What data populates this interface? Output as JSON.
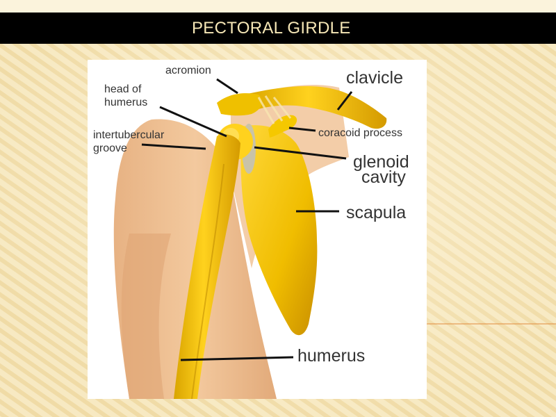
{
  "slide": {
    "title": "PECTORAL GIRDLE"
  },
  "labels": {
    "acromion": "acromion",
    "head_of_humerus": [
      "head of",
      "humerus"
    ],
    "intertubercular_groove": [
      "intertubercular",
      "groove"
    ],
    "clavicle": "clavicle",
    "coracoid_process": "coracoid process",
    "glenoid_cavity": [
      "glenoid",
      "cavity"
    ],
    "scapula": "scapula",
    "humerus": "humerus"
  },
  "colors": {
    "title_bar": "#000000",
    "title_text": "#f6e7b6",
    "background": "#f7e9c2",
    "stripe": "#f1dda8",
    "skin": "#eebf8f",
    "bone": "#f2c600",
    "bone_shadow": "#c99400",
    "leader_line": "#111111"
  }
}
